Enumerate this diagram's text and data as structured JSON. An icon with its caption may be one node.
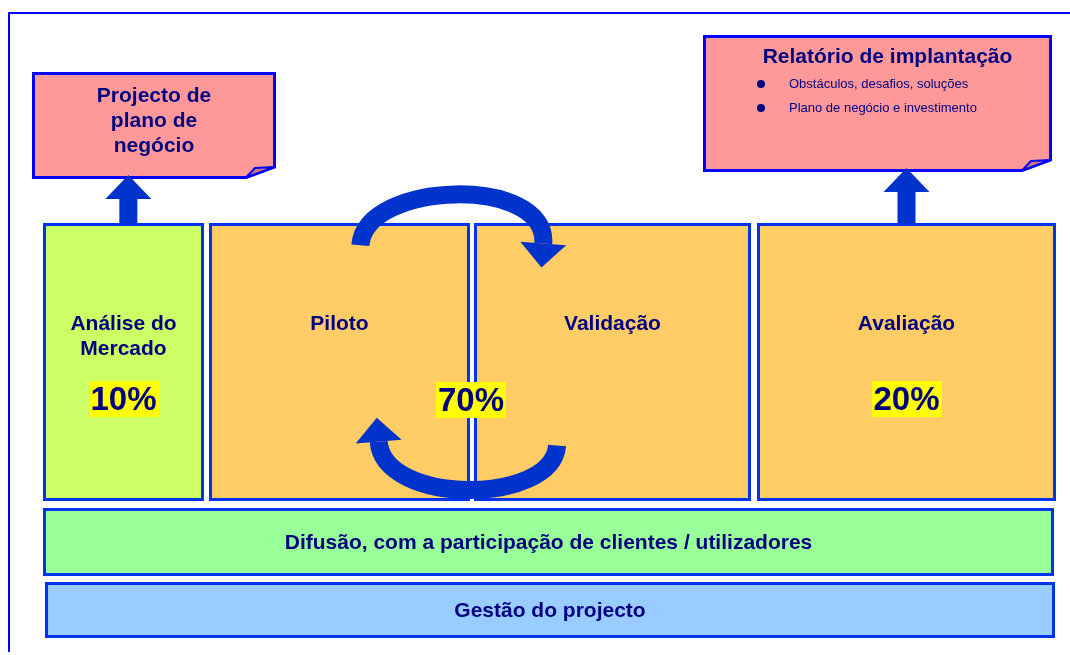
{
  "diagram": {
    "nodes": [
      {
        "text": [
          "Projecto de plano de negócio"
        ]
      },
      {
        "text": [
          "Relatório de implantação",
          "Obstáculos, desafios, soluções",
          "Plano de negócio e investimento"
        ]
      },
      {
        "text": [
          "Análise do Mercado",
          "10%"
        ]
      },
      {
        "text": [
          "Piloto"
        ]
      },
      {
        "text": [
          "Validação"
        ]
      },
      {
        "text": [
          "Avaliação",
          "20%"
        ]
      },
      {
        "text": [
          "Difusão, com a participação de clientes / utilizadores"
        ]
      },
      {
        "text": [
          "Gestão do projecto"
        ]
      }
    ],
    "edges": [
      {
        "from": 2,
        "to": 0,
        "arrow": "to"
      },
      {
        "from": 5,
        "to": 1,
        "arrow": "to"
      },
      {
        "from": 3,
        "to": 4,
        "arrow": "to"
      },
      {
        "from": 4,
        "to": 3,
        "arrow": "to"
      }
    ],
    "labels": [
      "70%"
    ]
  }
}
